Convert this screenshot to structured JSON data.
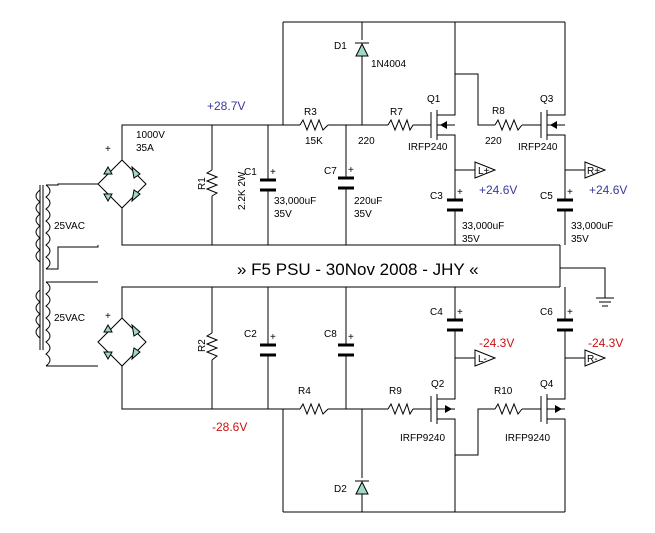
{
  "title": "» F5 PSU - 30Nov 2008 - JHY «",
  "rails": {
    "pos_raw": "+28.7V",
    "neg_raw": "-28.6V",
    "pos_left": "+24.6V",
    "pos_right": "+24.6V",
    "neg_left": "-24.3V",
    "neg_right": "-24.3V"
  },
  "transformer": {
    "sec_top": "25VAC",
    "sec_bot": "25VAC"
  },
  "bridge": {
    "rating_v": "1000V",
    "rating_a": "35A"
  },
  "components": {
    "R1": "R1",
    "R1_val": "2.2K 2W",
    "R2": "R2",
    "R3": "R3",
    "R3_val": "15K",
    "R4": "R4",
    "R7": "R7",
    "R7_val": "220",
    "R8": "R8",
    "R8_val": "220",
    "R9": "R9",
    "R10": "R10",
    "C1": "C1",
    "C1_val": "33,000uF",
    "C1_volt": "35V",
    "C2": "C2",
    "C3": "C3",
    "C3_val": "33,000uF",
    "C3_volt": "35V",
    "C4": "C4",
    "C5": "C5",
    "C5_val": "33,000uF",
    "C5_volt": "35V",
    "C6": "C6",
    "C7": "C7",
    "C7_val": "220uF",
    "C7_volt": "35V",
    "C8": "C8",
    "D1": "D1",
    "D1_val": "1N4004",
    "D2": "D2",
    "Q1": "Q1",
    "Q1_val": "IRFP240",
    "Q2": "Q2",
    "Q2_val": "IRFP9240",
    "Q3": "Q3",
    "Q3_val": "IRFP240",
    "Q4": "Q4",
    "Q4_val": "IRFP9240"
  },
  "outputs": {
    "Lp": "L+",
    "Rp": "R+",
    "Lm": "L-",
    "Rm": "R-"
  },
  "plus_sign": "+",
  "colors": {
    "positive": "#3a3a9a",
    "negative": "#cc1111",
    "diode_fill": "#9fd7c8"
  }
}
